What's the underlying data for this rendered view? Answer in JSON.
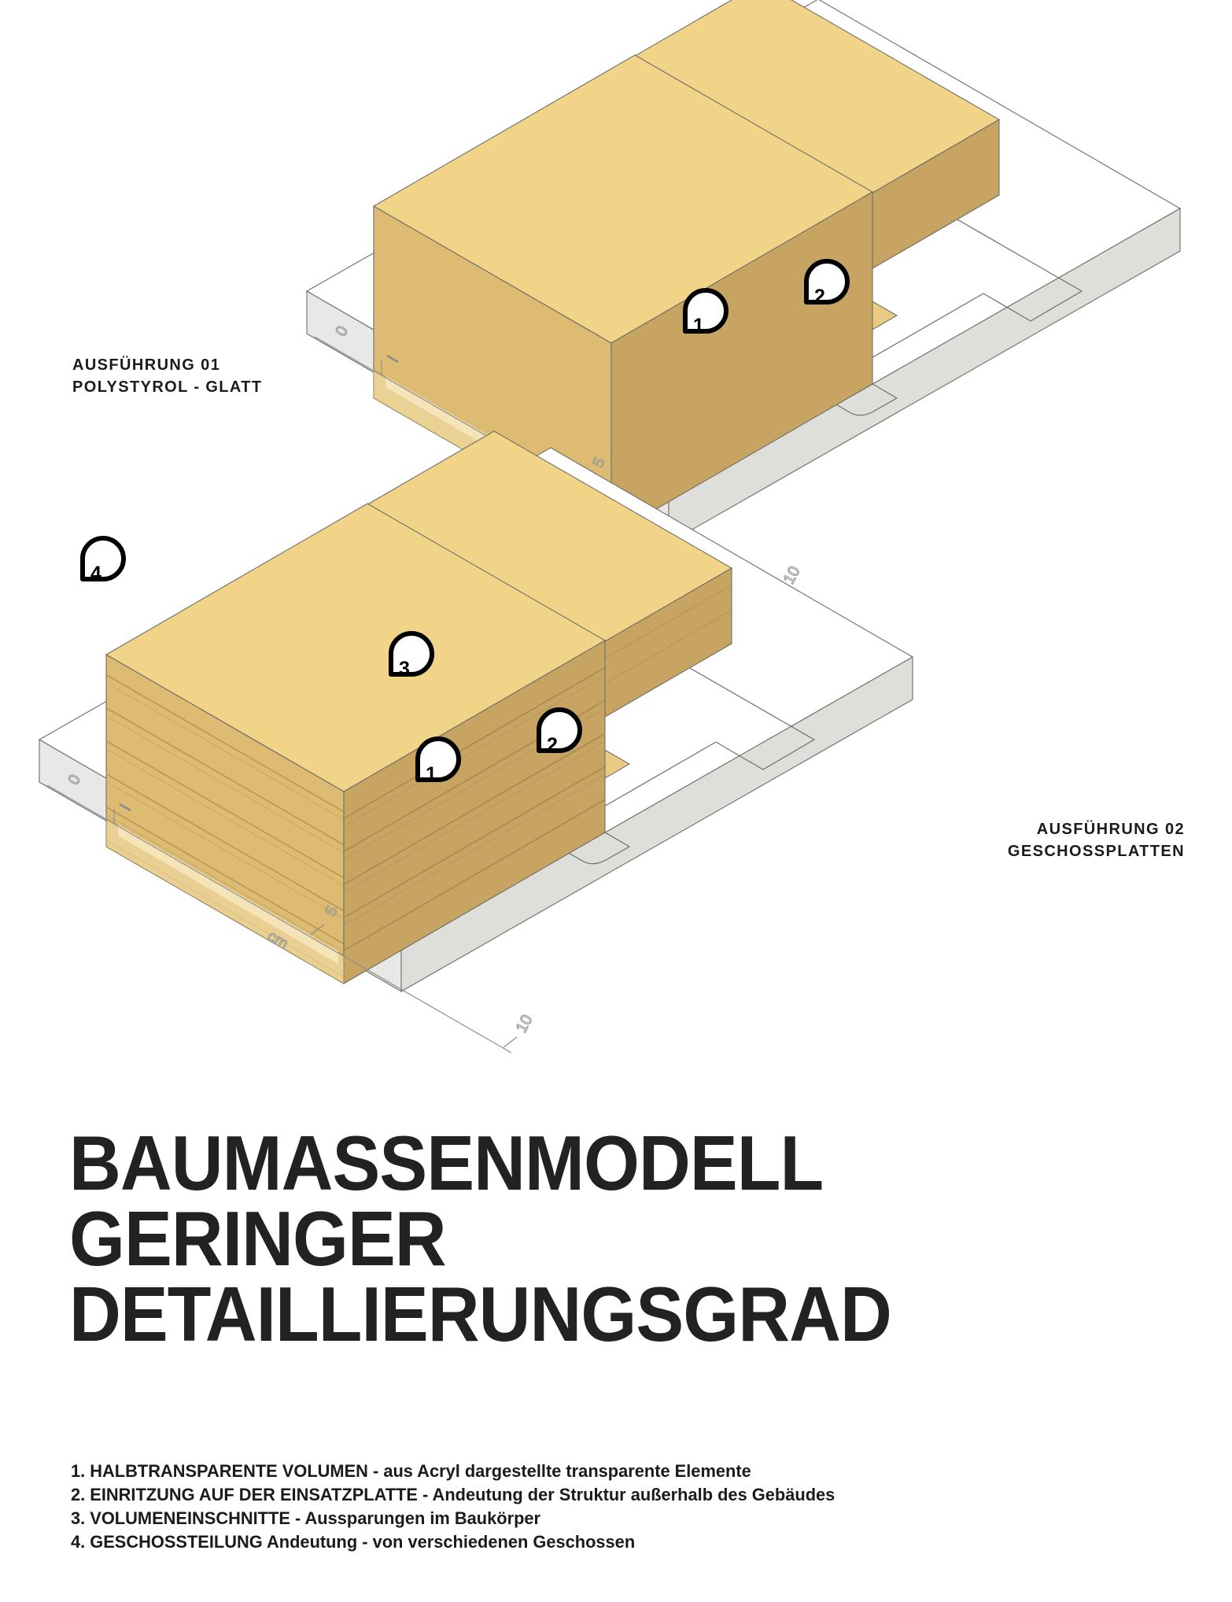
{
  "sheet": {
    "background_color": "#ffffff",
    "ink_color": "#1b1b1b"
  },
  "captions": {
    "model_01": "AUSFÜHRUNG 01\nPOLYSTYROL - GLATT",
    "model_02": "AUSFÜHRUNG 02\nGESCHOSSPLATTEN"
  },
  "title": {
    "line1": "BAUMASSENMODELL",
    "line2": "GERINGER",
    "line3": "DETAILLIERUNGSGRAD"
  },
  "legend": [
    {
      "key": "1. HALBTRANSPARENTE VOLUMEN",
      "dash": " - ",
      "value": "aus Acryl dargestellte transparente Elemente"
    },
    {
      "key": "2. EINRITZUNG AUF DER EINSATZPLATTE",
      "dash": " - ",
      "value": "Andeutung der Struktur außerhalb des Gebäudes"
    },
    {
      "key": "3. VOLUMENEINSCHNITTE",
      "dash": " - ",
      "value": "Aussparungen im Baukörper"
    },
    {
      "key": "4. GESCHOSSTEILUNG Andeutung",
      "dash": " - ",
      "value": "von verschiedenen Geschossen"
    }
  ],
  "scale_bar": {
    "unit_label": "cm",
    "ticks": [
      "0",
      "5",
      "10"
    ]
  },
  "model_01": {
    "name": "baumassenmodell-ausfuehrung-01",
    "callouts": [
      "1",
      "2"
    ],
    "colors": {
      "top_face": "#F2D488",
      "left_face": "#DEBB72",
      "right_face": "#C8A463",
      "inner_face": "#EBCB83",
      "baseplate_top": "#FFFFFF",
      "baseplate_side": "#E8E8E6",
      "shadow": "#C9C9C7",
      "outline": "#6E6E68"
    }
  },
  "model_02": {
    "name": "baumassenmodell-ausfuehrung-02",
    "callouts": [
      "1",
      "2",
      "3",
      "4"
    ],
    "floor_count": 7,
    "colors": {
      "top_face": "#F2D488",
      "left_face": "#DEBB72",
      "right_face": "#C8A463",
      "inner_face": "#EBCB83",
      "slab_line": "#B99A55",
      "baseplate_top": "#FFFFFF",
      "baseplate_side": "#E8E8E6",
      "shadow": "#C9C9C7",
      "outline": "#6E6E68"
    }
  }
}
